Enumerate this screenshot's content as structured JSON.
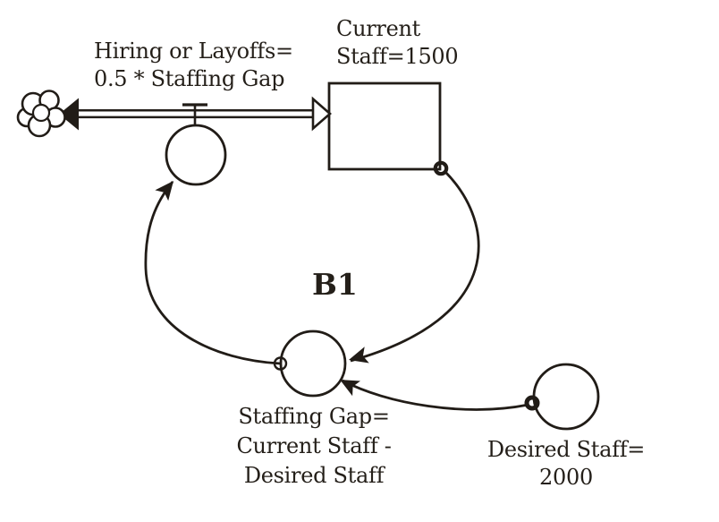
{
  "diagram": {
    "kind": "stock-and-flow",
    "flow_label": {
      "line1": "Hiring or Layoffs=",
      "line2": "0.5 * Staffing Gap"
    },
    "stock_label": {
      "line1": "Current",
      "line2": "Staff=1500"
    },
    "loop_label": "B1",
    "gap_label": {
      "line1": "Staffing Gap=",
      "line2": "Current Staff -",
      "line3": "Desired Staff"
    },
    "desired_label": {
      "line1": "Desired Staff=",
      "line2": "2000"
    },
    "icons": {
      "source_sink": "cloud-icon",
      "flow_regulator": "valve-icon",
      "connector_origin": "circle-node-icon",
      "causal_link_end": "arrowhead-icon"
    },
    "colors": {
      "ink": "#211c17",
      "paper": "#ffffff"
    }
  }
}
